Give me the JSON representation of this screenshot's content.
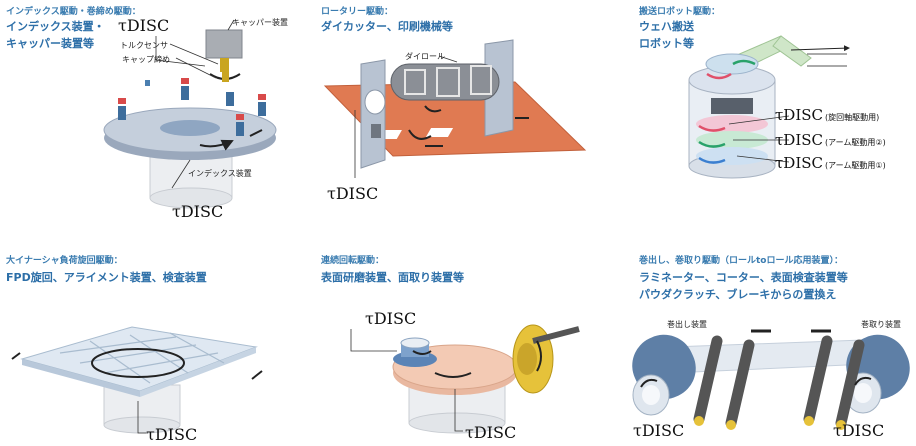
{
  "brand_mark": "τDISC",
  "panels": [
    {
      "category": "インデックス駆動・巻締め駆動：",
      "applications": [
        "インデックス装置・",
        "キャッパー装置等"
      ],
      "labels": {
        "top": "τDISC",
        "capper": "キャッパー装置",
        "torque_sensor": "トルクセンサ",
        "cap_tightening": "キャップ締め",
        "index_unit": "インデックス装置",
        "bottom": "τDISC"
      }
    },
    {
      "category": "ロータリー駆動：",
      "applications": [
        "ダイカッター、印刷機械等"
      ],
      "labels": {
        "die_roll": "ダイロール",
        "bottom": "τDISC"
      }
    },
    {
      "category": "搬送ロボット駆動：",
      "applications": [
        "ウェハ搬送",
        "ロボット等"
      ],
      "labels": {
        "disc1": "τDISC",
        "disc1_note": "(旋回軸駆動用)",
        "disc2": "τDISC",
        "disc2_note": "(アーム駆動用②)",
        "disc3": "τDISC",
        "disc3_note": "(アーム駆動用①)"
      }
    },
    {
      "category": "大イナーシャ負荷旋回駆動：",
      "applications": [
        "FPD旋回、アライメント装置、検査装置"
      ],
      "labels": {
        "bottom": "τDISC"
      }
    },
    {
      "category": "連続回転駆動：",
      "applications": [
        "表面研磨装置、面取り装置等"
      ],
      "labels": {
        "top": "τDISC",
        "bottom": "τDISC"
      }
    },
    {
      "category": "巻出し、巻取り駆動（ロールtoロール応用装置）：",
      "applications": [
        "ラミネーター、コーター、表面検査装置等",
        "パウダクラッチ、ブレーキからの置換え"
      ],
      "labels": {
        "unwind": "巻出し装置",
        "rewind": "巻取り装置",
        "left_disc": "τDISC",
        "right_disc": "τDISC"
      }
    }
  ],
  "colors": {
    "accent_blue": "#2d6fa8",
    "arrow_green": "#2aa26a",
    "arrow_red": "#e0506a",
    "brass": "#c9a520"
  }
}
